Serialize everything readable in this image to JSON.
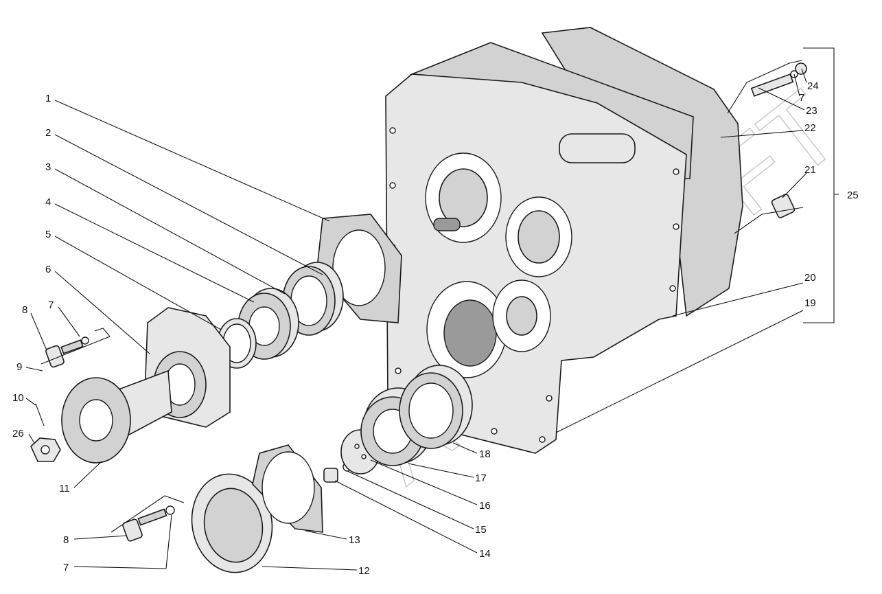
{
  "watermark": "AUTOSOFT",
  "labels": [
    "1",
    "2",
    "3",
    "4",
    "5",
    "6",
    "7",
    "8",
    "9",
    "10",
    "26",
    "11",
    "8",
    "7",
    "12",
    "13",
    "14",
    "15",
    "16",
    "17",
    "18",
    "19",
    "20",
    "21",
    "22",
    "23",
    "7",
    "24",
    "25"
  ]
}
